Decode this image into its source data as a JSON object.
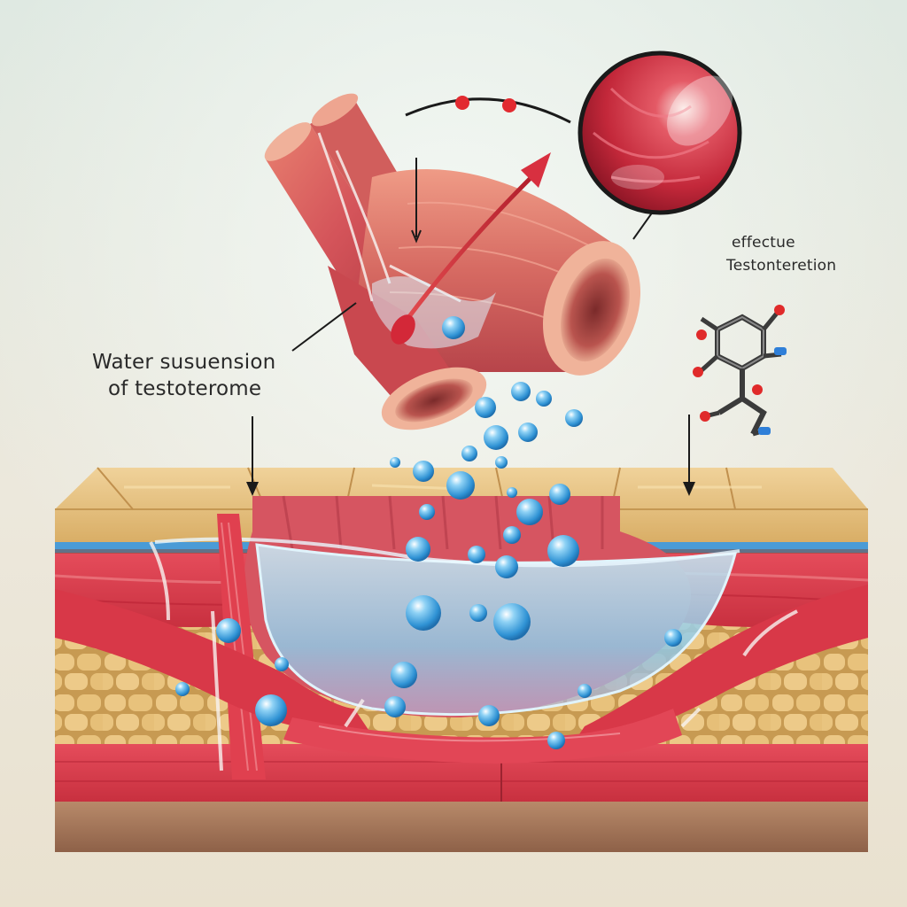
{
  "labels": {
    "water_line1": "Water susuension",
    "water_line2": "of testoterome",
    "effect_line1": "effectue",
    "effect_line2": "Testonteretion"
  },
  "colors": {
    "background_top": "#dfe9e2",
    "background_bottom": "#e9e1cf",
    "muscle_red": "#d8404e",
    "muscle_dark": "#a9262f",
    "skin_tan": "#e6c27e",
    "fat_yellow": "#e8c77d",
    "water_blue": "#9fd3ee",
    "bubble_blue": "#3aa6e0",
    "molecule_oxygen": "#e02a2a",
    "molecule_nitrogen": "#2f7fd8",
    "molecule_carbon": "#4a4a4a"
  }
}
